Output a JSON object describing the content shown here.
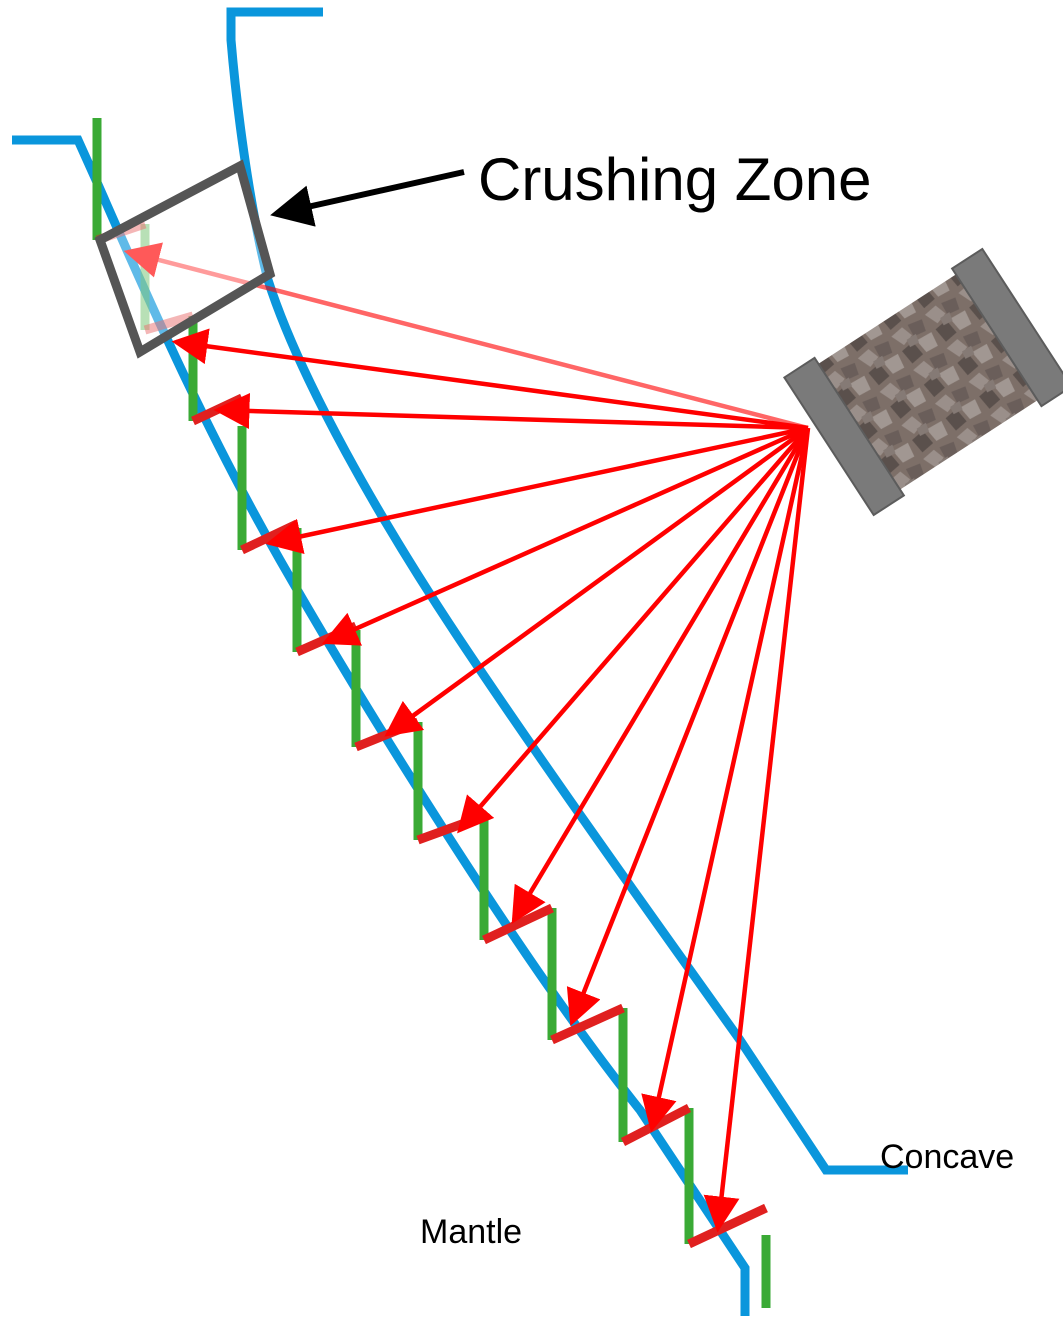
{
  "labels": {
    "crushing_zone": "Crushing Zone",
    "concave": "Concave",
    "mantle": "Mantle"
  },
  "colors": {
    "profile": "#0a96dc",
    "step_vertical": "#3aaa35",
    "step_diagonal": "#e0201f",
    "arrow": "#ff0000",
    "zone_box": "#555555",
    "rock_frame": "#7a7a7a",
    "background": "#ffffff"
  },
  "icons": {
    "rock_sample": "rock-sample-icon"
  }
}
